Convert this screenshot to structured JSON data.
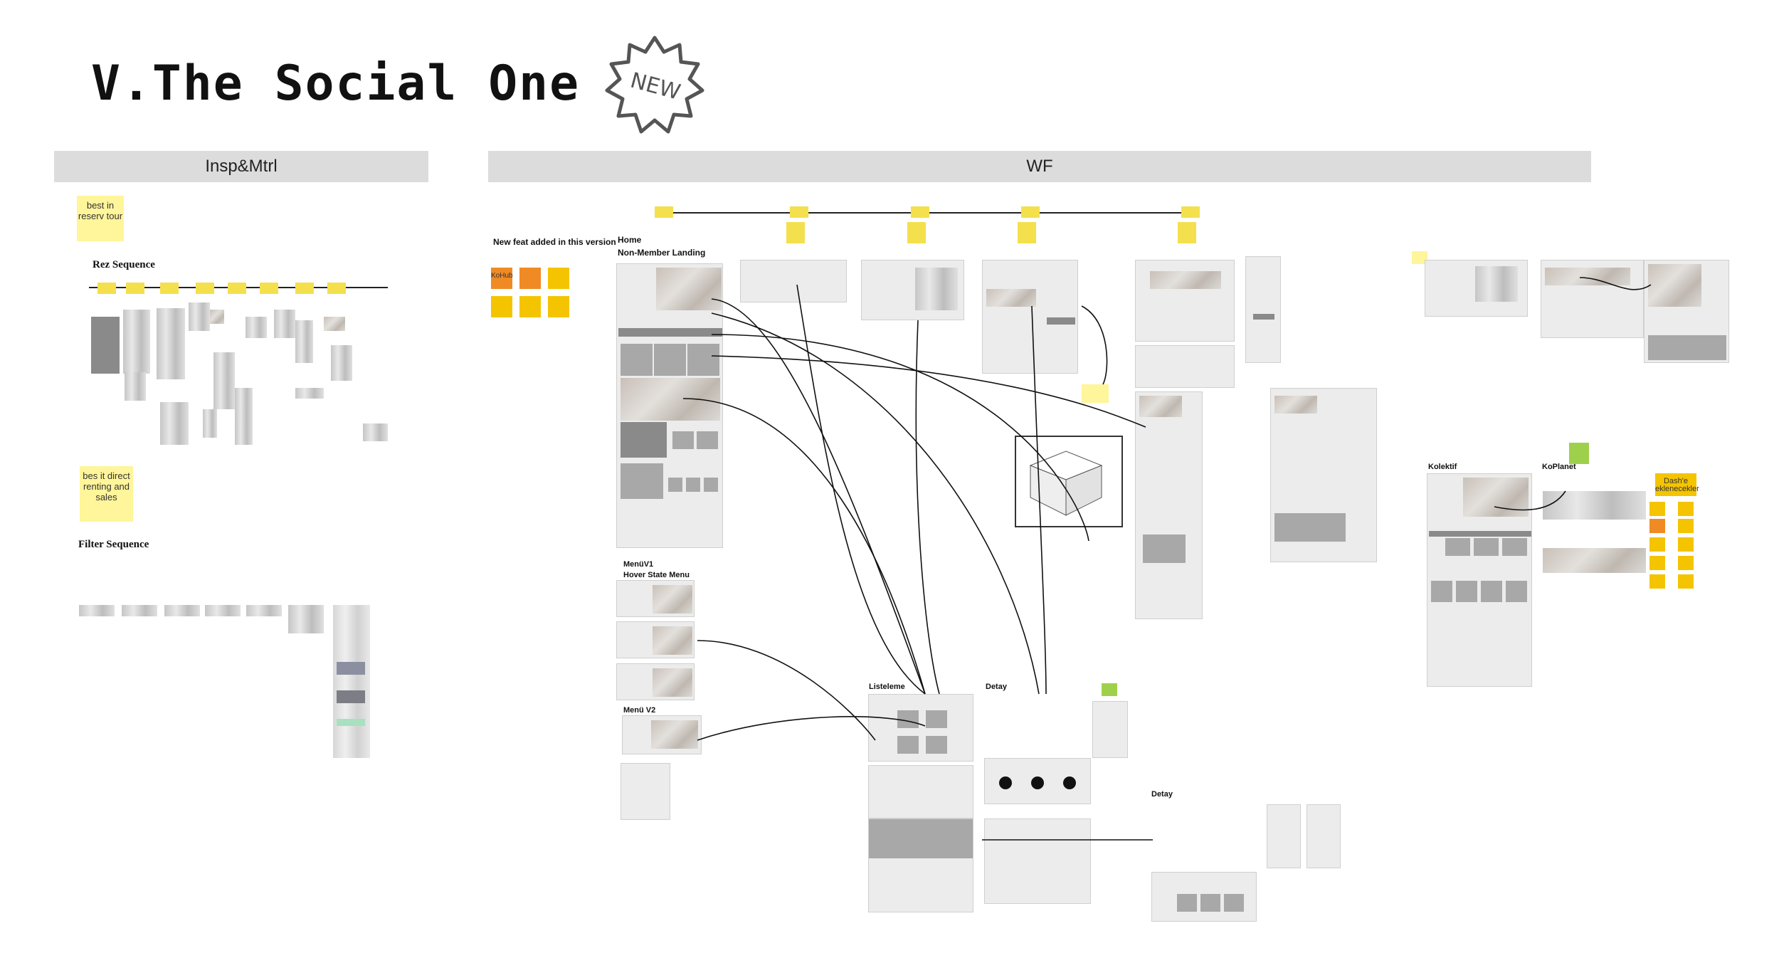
{
  "title": "V.The Social One",
  "badge": "NEW",
  "sections": {
    "insp": "Insp&Mtrl",
    "wf": "WF"
  },
  "insp": {
    "sticky_reserv": "best in reserv tour",
    "rez_sequence": "Rez  Sequence",
    "sticky_direct": "bes it direct renting and sales",
    "filter_sequence": "Filter Sequence"
  },
  "feat": {
    "heading": "New feat added in this version",
    "items": [
      "KoHub",
      "",
      "",
      "",
      "",
      ""
    ]
  },
  "wf_labels": {
    "home": "Home",
    "non_member": "Non-Member Landing",
    "menu_v1": "MenüV1",
    "hover_state": "Hover State Menu",
    "menu_v2": "Menü V2",
    "listeleme": "Listeleme",
    "detay_1": "Detay",
    "detay_2": "Detay",
    "kolektif": "Kolektif",
    "koplanet": "KoPlanet",
    "dash_add": "Dash'e eklenecekler"
  }
}
